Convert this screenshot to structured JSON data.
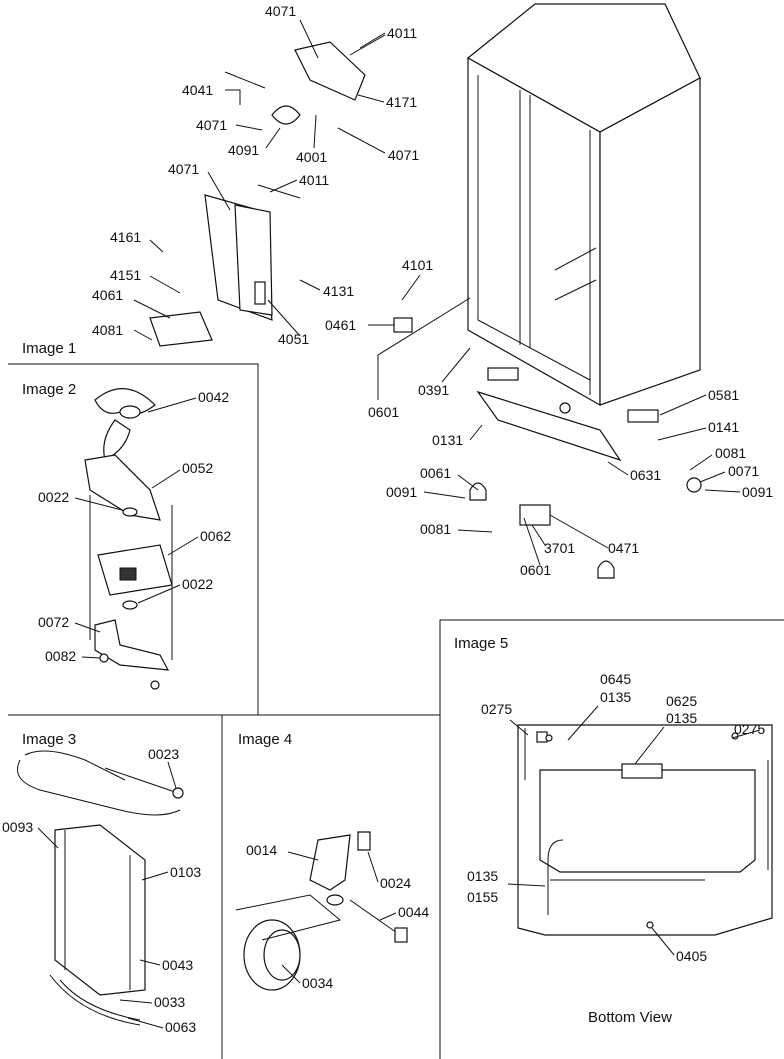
{
  "panels": {
    "image1": "Image 1",
    "image2": "Image 2",
    "image3": "Image 3",
    "image4": "Image 4",
    "image5": "Image 5",
    "bottom_view": "Bottom View"
  },
  "main_labels": [
    "4071",
    "4011",
    "4041",
    "4171",
    "4071",
    "4091",
    "4001",
    "4071",
    "4071",
    "4011",
    "4161",
    "4151",
    "4061",
    "4131",
    "4081",
    "4051",
    "4101",
    "0461",
    "0391",
    "0601",
    "0581",
    "0131",
    "0141",
    "0081",
    "0071",
    "0631",
    "0061",
    "0091",
    "0091",
    "0081",
    "3701",
    "0471",
    "0601"
  ],
  "image2_labels": [
    "0042",
    "0052",
    "0022",
    "0062",
    "0022",
    "0072",
    "0082"
  ],
  "image3_labels": [
    "0023",
    "0093",
    "0103",
    "0043",
    "0033",
    "0063"
  ],
  "image4_labels": [
    "0014",
    "0024",
    "0044",
    "0034"
  ],
  "image5_labels": [
    "0645",
    "0135",
    "0625",
    "0135",
    "0275",
    "0275",
    "0135",
    "0155",
    "0405"
  ],
  "colors": {
    "ink": "#111111",
    "background": "#ffffff"
  }
}
